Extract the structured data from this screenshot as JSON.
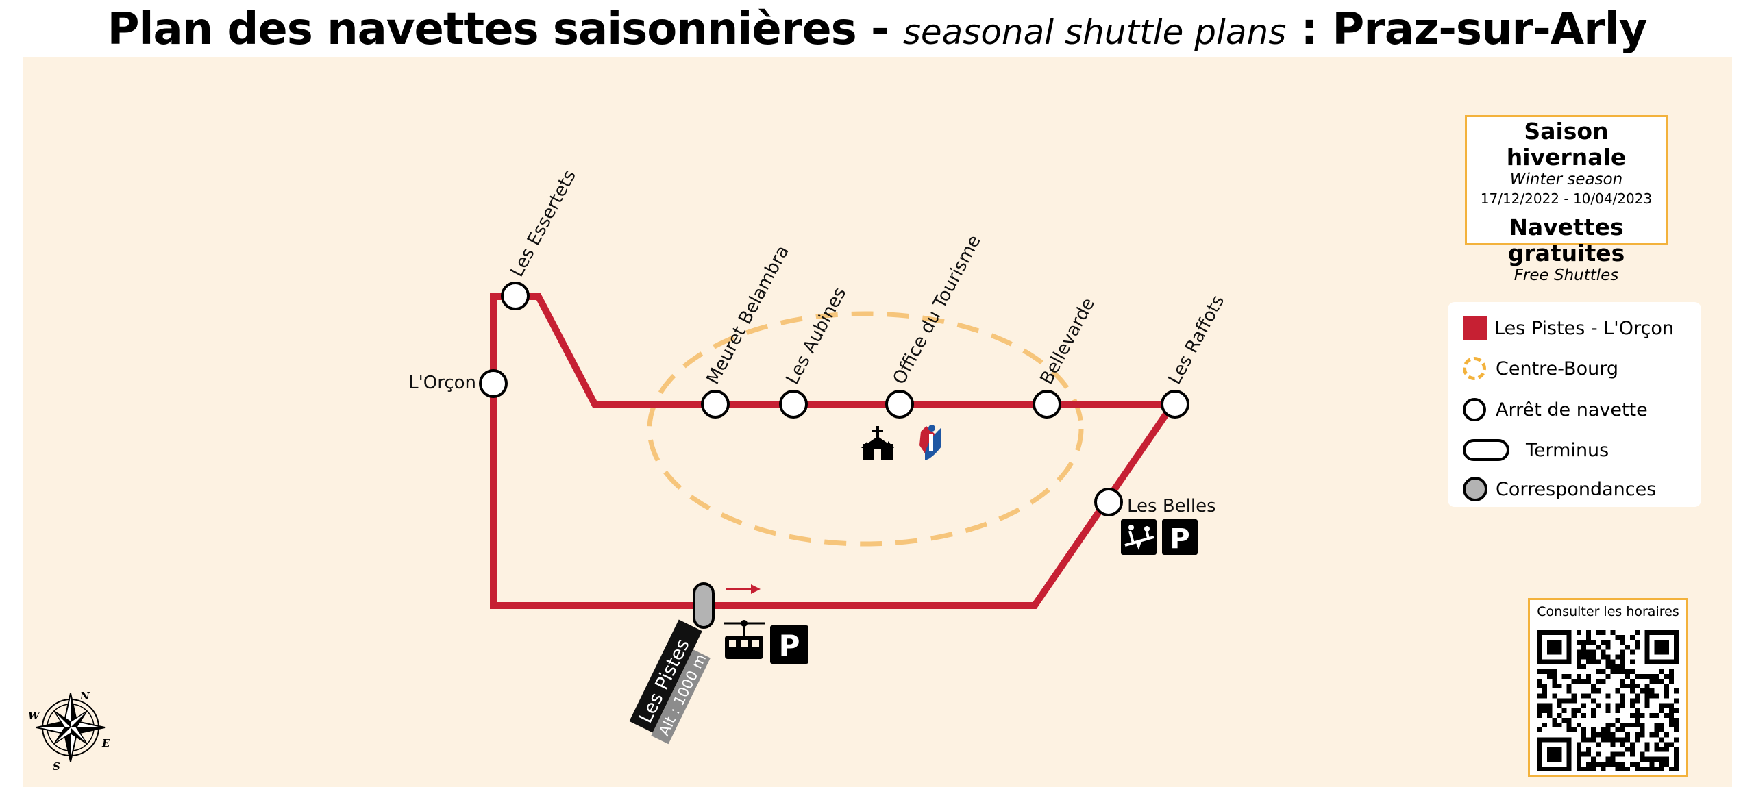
{
  "title": {
    "main": "Plan des navettes saisonnières - ",
    "subtitle": "seasonal shuttle plans",
    "place": " : Praz-sur-Arly"
  },
  "stops": {
    "essertets": "Les Essertets",
    "orcon": "L'Orçon",
    "meuret": "Meuret Belambra",
    "aubines": "Les Aubines",
    "tourisme": "Office du Tourisme",
    "bellevarde": "Bellevarde",
    "raffots": "Les Raffots",
    "belles": "Les Belles",
    "pistes": "Les Pistes",
    "pistes_alt": "Alt : 1000 m"
  },
  "season": {
    "title": "Saison hivernale",
    "title_en": "Winter season",
    "dates": "17/12/2022 - 10/04/2023",
    "free": "Navettes gratuites",
    "free_en": "Free Shuttles"
  },
  "legend": {
    "line_red": "Les Pistes - L'Orçon",
    "line_orange": "Centre-Bourg",
    "stop": "Arrêt de navette",
    "terminus": "Terminus",
    "connection": "Correspondances"
  },
  "parking_letter": "P",
  "compass": {
    "n": "N",
    "e": "E",
    "s": "S",
    "w": "W"
  },
  "qr": {
    "caption": "Consulter les horaires"
  },
  "colors": {
    "line_red": "#c62033",
    "line_orange": "#f6c57b",
    "map_background": "#fdf2e2",
    "accent_border": "#f3b23c",
    "connection_grey": "#b3b3b3"
  },
  "icons": [
    "compass-rose-icon",
    "church-icon",
    "tourist-office-icon",
    "playground-icon",
    "parking-icon",
    "gondola-lift-icon",
    "direction-arrow-icon",
    "qr-code-icon"
  ]
}
